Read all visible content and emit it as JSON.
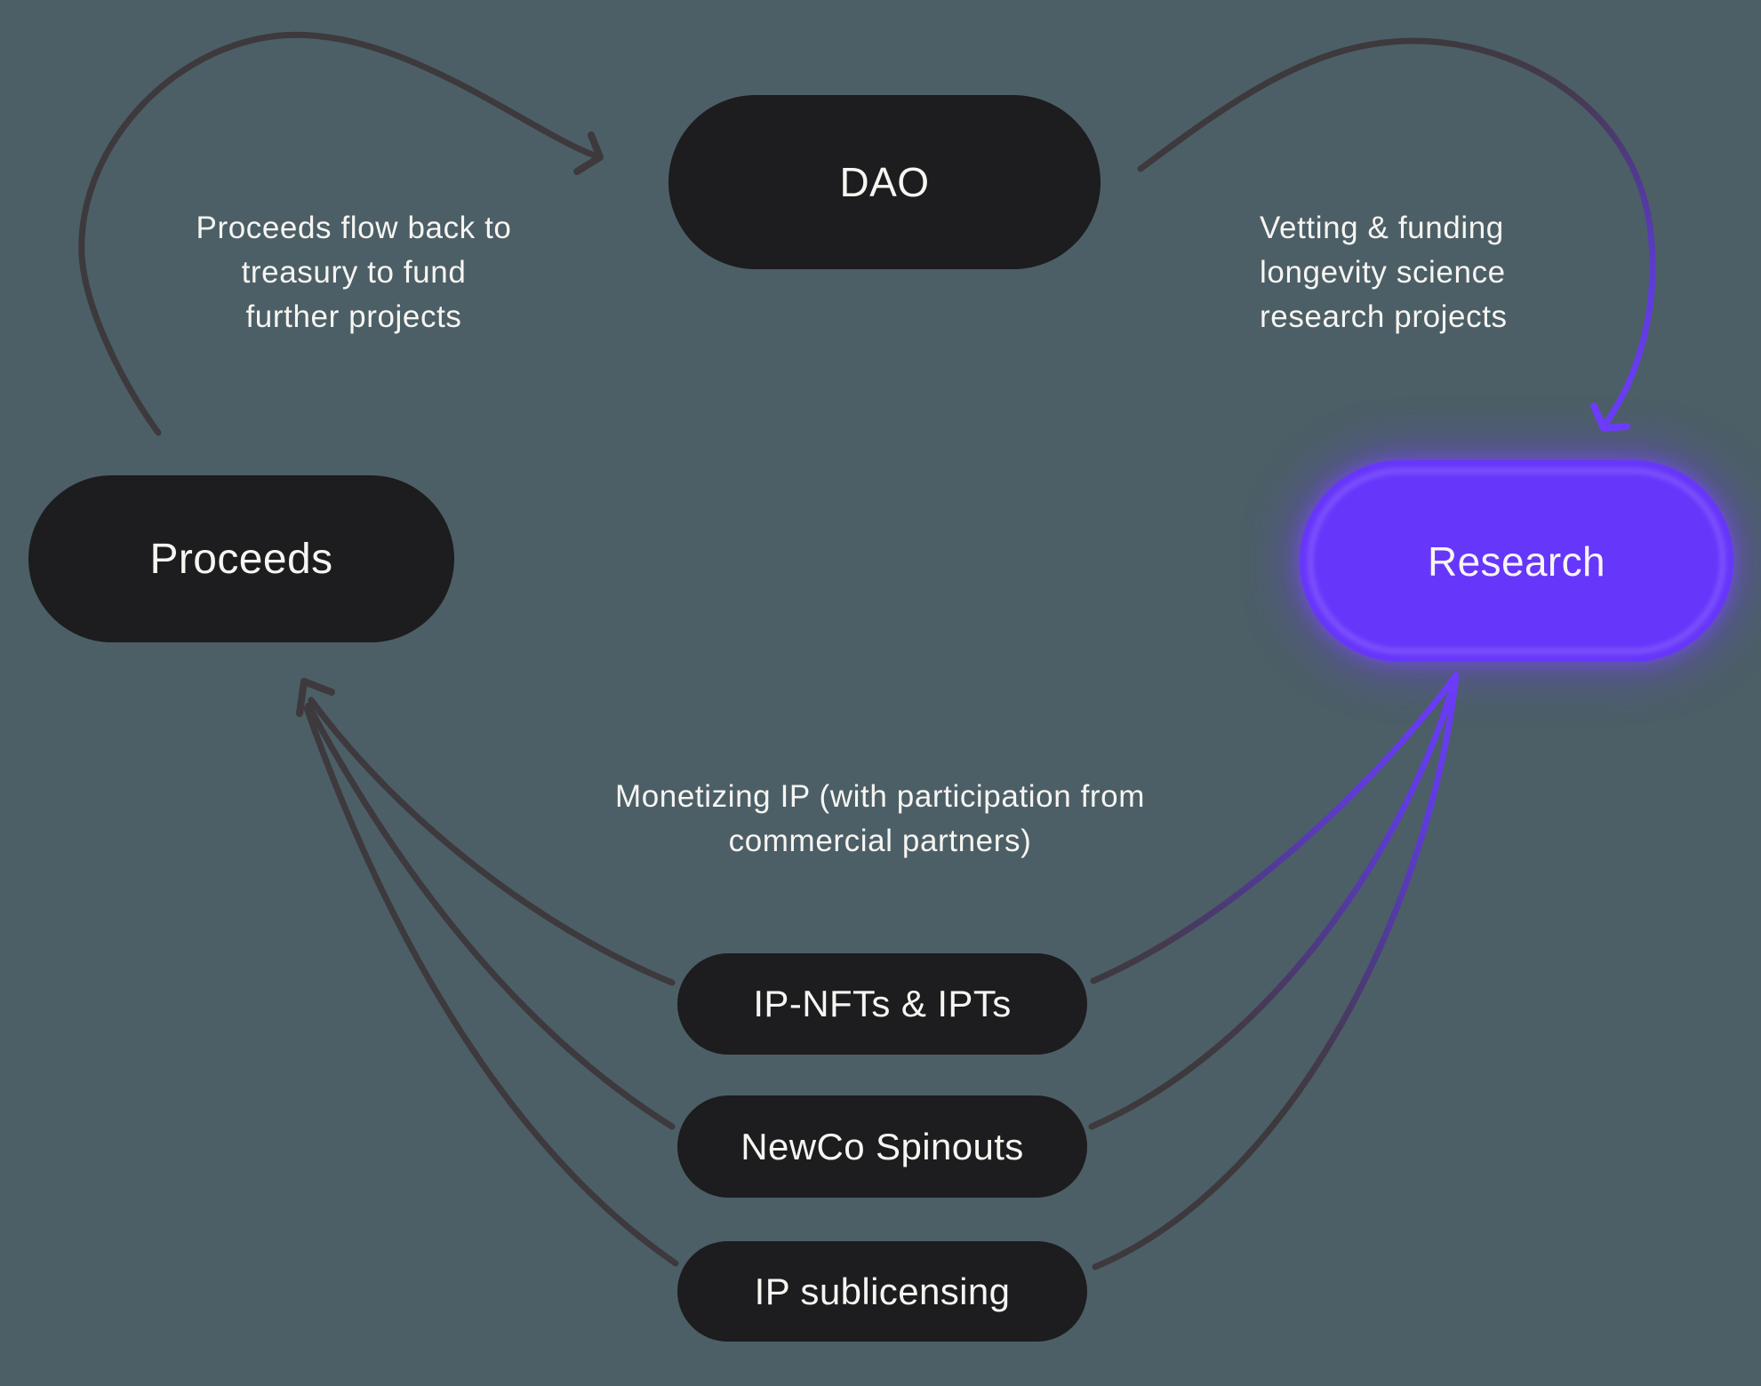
{
  "colors": {
    "bg": "#4c5f66",
    "node": "#1d1c1e",
    "text": "#f7f5f2",
    "arrow": "#3d393d",
    "purple": "#6d3cfb",
    "research": "#6736fb"
  },
  "nodes": {
    "dao": {
      "label": "DAO"
    },
    "research": {
      "label": "Research"
    },
    "proceeds": {
      "label": "Proceeds"
    },
    "ip_nfts": {
      "label": "IP-NFTs & IPTs"
    },
    "newco": {
      "label": "NewCo Spinouts"
    },
    "ip_sublicensing": {
      "label": "IP sublicensing"
    }
  },
  "annotations": {
    "proceeds_flow": {
      "lines": [
        "Proceeds flow back to",
        "treasury to fund",
        "further projects"
      ]
    },
    "vetting": {
      "lines": [
        "Vetting & funding",
        "longevity science",
        "research projects"
      ]
    },
    "monetizing": {
      "lines": [
        "Monetizing IP (with participation from",
        "commercial partners)"
      ]
    }
  },
  "edges": [
    {
      "from": "proceeds",
      "to": "dao",
      "label": "Proceeds flow back to treasury to fund further projects",
      "style": "gray"
    },
    {
      "from": "dao",
      "to": "research",
      "label": "Vetting & funding longevity science research projects",
      "style": "gray-to-purple"
    },
    {
      "from": "research",
      "to": "ip_nfts",
      "label": "",
      "style": "purple-to-gray"
    },
    {
      "from": "research",
      "to": "newco",
      "label": "",
      "style": "purple-to-gray"
    },
    {
      "from": "research",
      "to": "ip_sublicensing",
      "label": "",
      "style": "purple-to-gray"
    },
    {
      "from": "ip_nfts",
      "to": "proceeds",
      "label": "Monetizing IP (with participation from commercial partners)",
      "style": "gray"
    },
    {
      "from": "newco",
      "to": "proceeds",
      "label": "",
      "style": "gray"
    },
    {
      "from": "ip_sublicensing",
      "to": "proceeds",
      "label": "",
      "style": "gray"
    }
  ]
}
